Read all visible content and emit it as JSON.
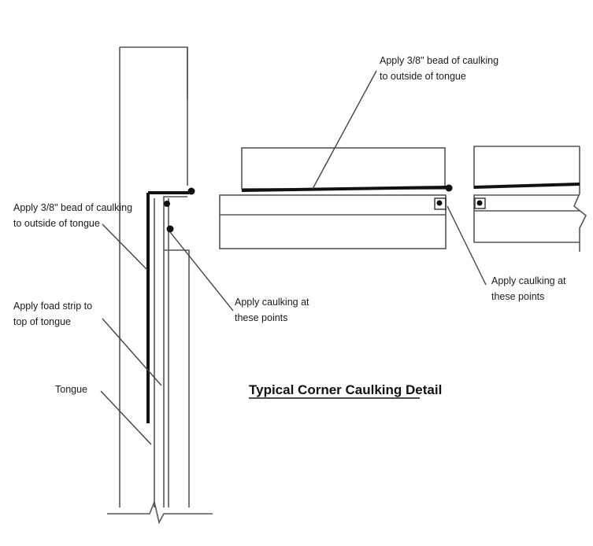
{
  "title": "Typical Corner Caulking Detail",
  "notes": {
    "bead_left": [
      "Apply 3/8\" bead of caulking",
      "to outside of tongue"
    ],
    "foam_strip": [
      "Apply foad strip to",
      "top of tongue"
    ],
    "tongue": [
      "Tongue"
    ],
    "caulk_points_left": [
      "Apply caulking at",
      "these points"
    ],
    "bead_top": [
      "Apply 3/8\" bead of caulking",
      "to outside of tongue"
    ],
    "caulk_points_right": [
      "Apply caulking at",
      "these points"
    ]
  },
  "colors": {
    "background": "#ffffff",
    "line": "#555555",
    "caulk": "#111111"
  }
}
